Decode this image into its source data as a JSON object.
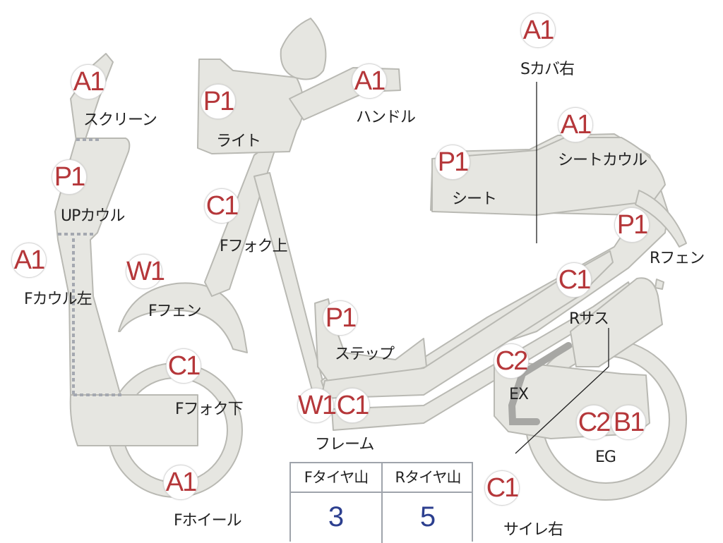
{
  "palette": {
    "part_fill": "#e6e6e1",
    "part_stroke": "#b9b9b3",
    "grade_text": "#b5373a",
    "value_text": "#2c3f8f"
  },
  "parts": [
    {
      "grade": "A1",
      "label": "スクリーン"
    },
    {
      "grade": "P1",
      "label": "ライト"
    },
    {
      "grade": "A1",
      "label": "ハンドル"
    },
    {
      "grade": "A1",
      "label": "Sカバ右"
    },
    {
      "grade": "A1",
      "label": "シートカウル"
    },
    {
      "grade": "P1",
      "label": "UPカウル"
    },
    {
      "grade": "P1",
      "label": "シート"
    },
    {
      "grade": "C1",
      "label": "Fフォク上"
    },
    {
      "grade": "P1",
      "label": "Rフェン"
    },
    {
      "grade": "A1",
      "label": "Fカウル左"
    },
    {
      "grade": "W1",
      "label": "Fフェン"
    },
    {
      "grade": "C1",
      "label": "Rサス"
    },
    {
      "grade": "P1",
      "label": "ステップ"
    },
    {
      "grade": "C1",
      "label": "Fフォク下"
    },
    {
      "grade": "C2",
      "label": "EX"
    },
    {
      "grade": "W1",
      "label": ""
    },
    {
      "grade": "C1",
      "label": "フレーム"
    },
    {
      "grade": "C2",
      "label": ""
    },
    {
      "grade": "B1",
      "label": "EG"
    },
    {
      "grade": "A1",
      "label": "Fホイール"
    },
    {
      "grade": "C1",
      "label": "サイレ右"
    }
  ],
  "tread": {
    "front_label": "Fタイヤ山",
    "rear_label": "Rタイヤ山",
    "front_value": "3",
    "rear_value": "5"
  }
}
